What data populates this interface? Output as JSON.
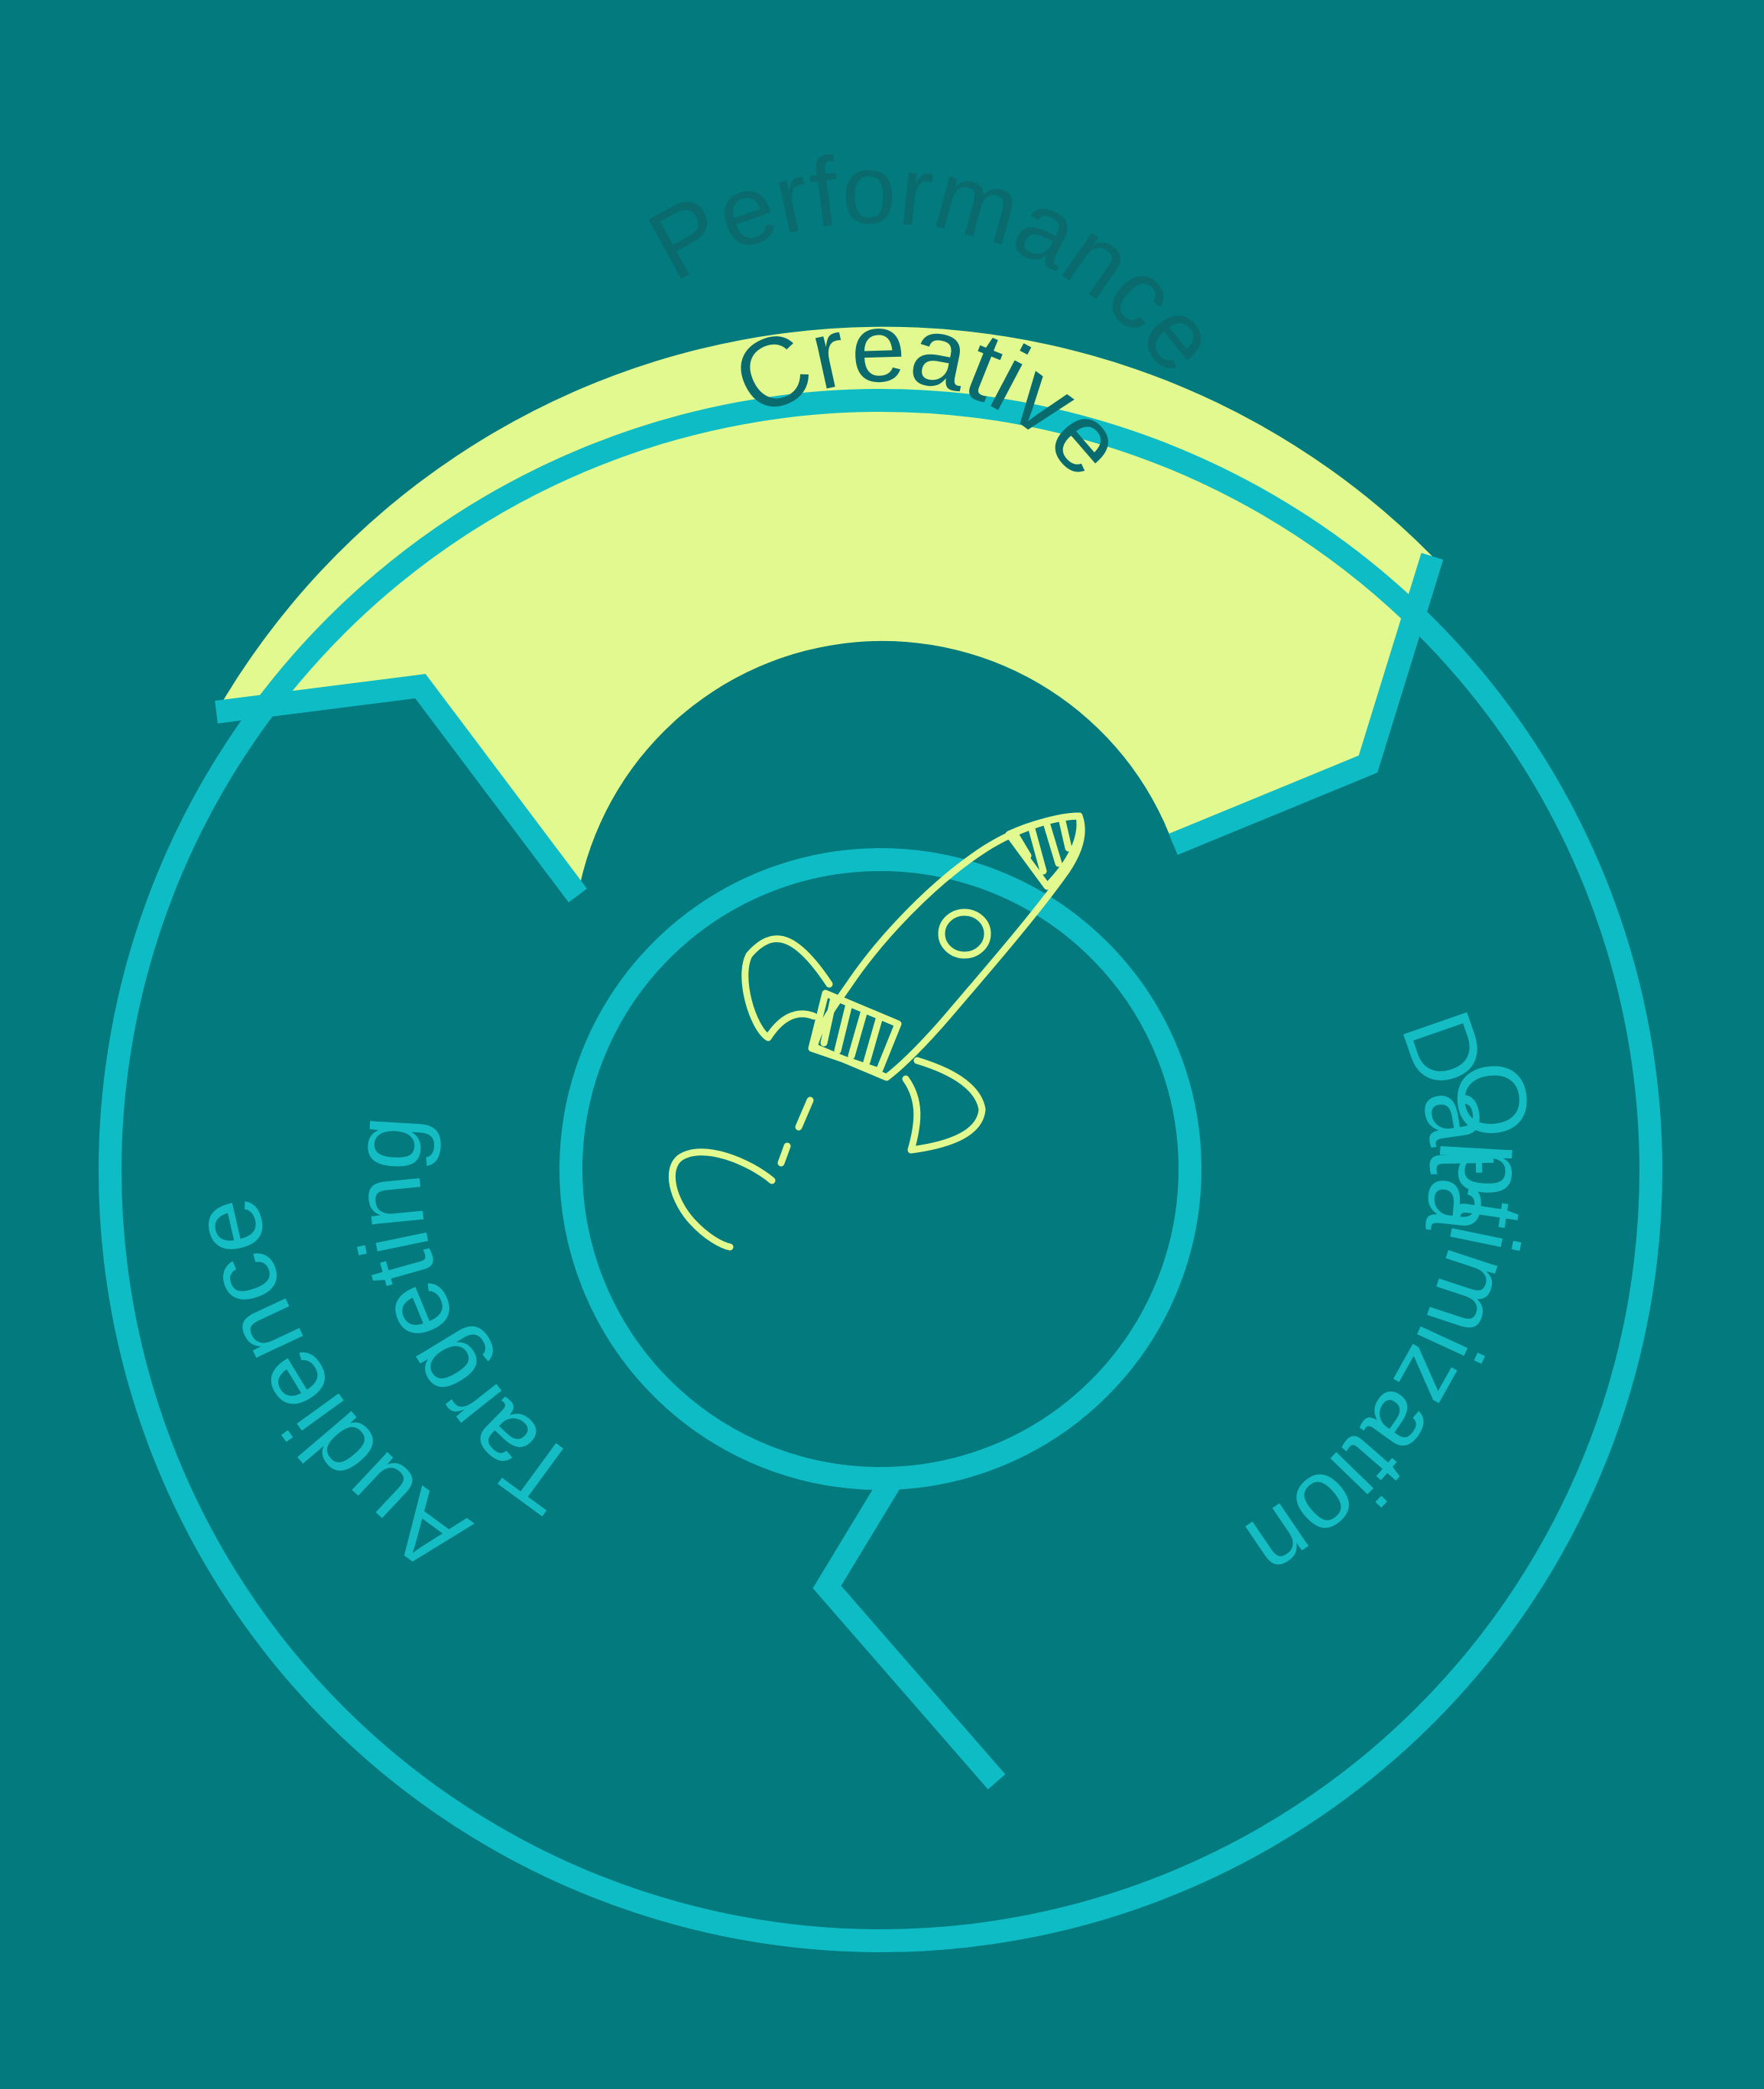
{
  "colors": {
    "background": "#037a7d",
    "ring": "#0ebcc6",
    "highlight": "#e1f98e",
    "dark_text": "#0a6b6e",
    "light_text": "#14bcc4"
  },
  "segments": [
    {
      "id": "performance-creative",
      "lines": [
        "Performance",
        "Creative"
      ],
      "highlighted": true
    },
    {
      "id": "data-optimization",
      "lines": [
        "Data",
        "Optimization"
      ],
      "highlighted": false
    },
    {
      "id": "audience-targeting",
      "lines": [
        "Audience",
        "Targeting"
      ],
      "highlighted": false
    }
  ],
  "center": {
    "icon": "rocket-icon"
  }
}
